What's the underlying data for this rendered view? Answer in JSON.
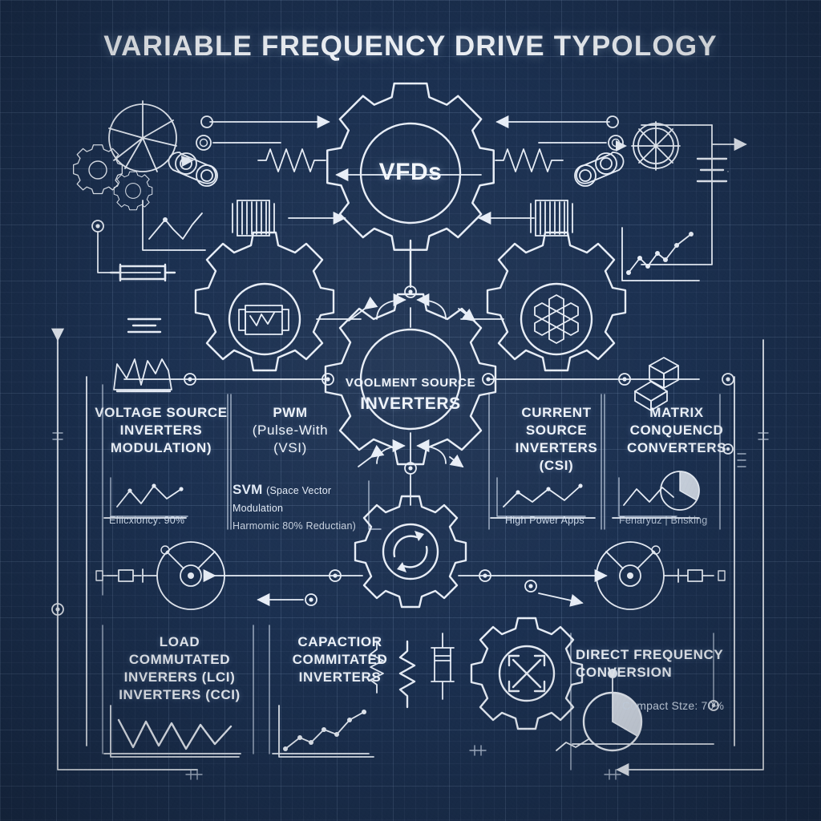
{
  "title": "VARIABLE FREQUENCY DRIVE TYPOLOGY",
  "hub": {
    "root_label": "VFDs",
    "center_line1": "VOOLMENT SOURCE",
    "center_line2": "INVERTERS"
  },
  "branches": [
    {
      "id": "voltage-source-inverters",
      "line1": "VOLTAGE SOURCE",
      "line2": "INVERTERS",
      "line3": "MODULATION)",
      "caption": "Efiicxioncy: 90%",
      "icon": "zigzag-crown-icon"
    },
    {
      "id": "pwm",
      "line1": "PWM",
      "line2": "(Pulse-With",
      "line3": "(VSI)",
      "caption": "",
      "icon": "pwm-icon"
    },
    {
      "id": "current-source-inverters",
      "line1": "CURRENT SOURCE",
      "line2": "INVERTERS",
      "line3": "(CSI)",
      "caption": "High Power Apps",
      "icon": "line-chart-icon"
    },
    {
      "id": "matrix-converters",
      "line1": "MATRIX",
      "line2": "CONQUENCD",
      "line3": "CONVERTERS",
      "caption": "Fenaryuz | Bnsking",
      "icon": "isometric-cubes-icon"
    },
    {
      "id": "load-commutated-inverters",
      "line1": "LOAD COMMUTATED",
      "line2": "INVERERS (LCI)",
      "line3": "INVERTERS (CCI)",
      "caption": "",
      "icon": "waveform-chart-icon"
    },
    {
      "id": "capacitor-commutated-inverters",
      "line1": "CAPACTIOR",
      "line2": "COMMITATED",
      "line3": "INVERTERS",
      "caption": "",
      "icon": "trend-chart-icon"
    },
    {
      "id": "direct-frequency-conversion",
      "line1": "DIRECT FREQUENCY",
      "line2": "CONVERSION",
      "line3": "",
      "caption": "Compact Stze: 70%",
      "icon": "pie-chart-icon"
    }
  ],
  "svm": {
    "heading": "SVM",
    "line1": "(Space Vector",
    "line2": "Modulation",
    "line3": "Harmomic 80% Reductian)"
  },
  "icons": {
    "pie_wheel": "pie-wheel-icon",
    "small_gears": "small-gears-icon",
    "line_graph_tl": "line-graph-icon",
    "coil_left": "coil-icon",
    "coil_right": "coil-icon",
    "connector_pair_left": "connector-pair-icon",
    "connector_pair_right": "connector-pair-icon",
    "fan_wheel": "fan-wheel-icon",
    "capacitor": "capacitor-icon",
    "resistor_left": "resistor-zigzag-icon",
    "resistor_right": "resistor-zigzag-icon",
    "gear_drive_cabinet": "gear-drive-cabinet-icon",
    "gear_honeycomb": "gear-honeycomb-icon",
    "gear_recycle": "gear-recycle-icon",
    "gear_matrix_cross": "gear-matrix-cross-icon",
    "motor_left": "motor-icon",
    "motor_right": "motor-icon",
    "trend_chart_tr": "trend-chart-icon",
    "battery_left": "battery-icon",
    "inductor_left": "inductor-icon",
    "fuse_bottom": "fuse-icon",
    "zigzag_bottom": "zigzag-icon"
  },
  "colors": {
    "background": "#1b3050",
    "ink": "#e8eef7",
    "grid": "#a0bee1"
  }
}
